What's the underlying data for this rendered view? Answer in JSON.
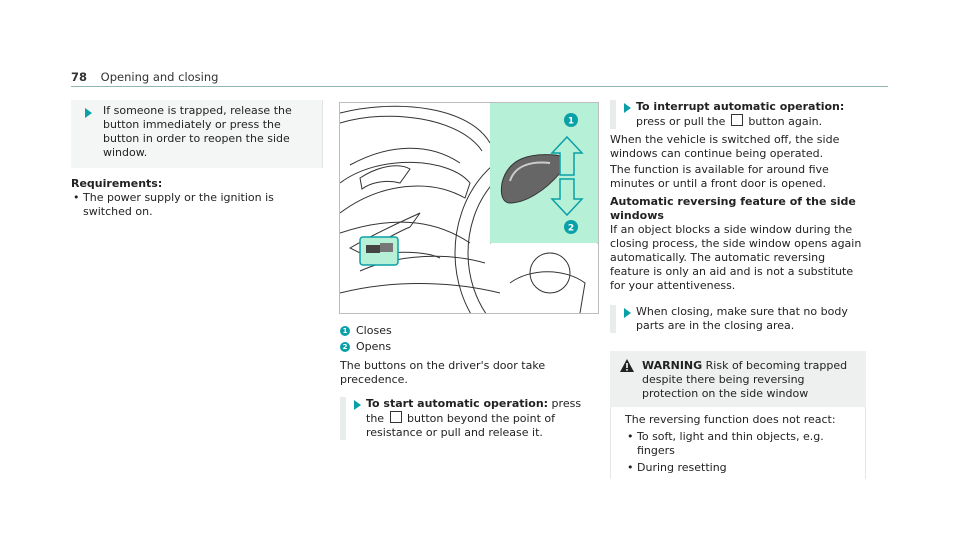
{
  "header": {
    "page_number": "78",
    "title": "Opening and closing"
  },
  "left": {
    "step1": "If someone is trapped, release the button immediately or press the button in order to reopen the side window.",
    "requirements_title": "Requirements:",
    "requirement1": "The power supply or the ignition is switched on."
  },
  "middle": {
    "legend": [
      {
        "num": "1",
        "label": "Closes"
      },
      {
        "num": "2",
        "label": "Opens"
      }
    ],
    "desc": "The buttons on the driver's door take precedence.",
    "step_bold": "To start automatic operation:",
    "step_text_pre": " press the",
    "step_text_post": " button beyond the point of resistance or pull and release it."
  },
  "right": {
    "step1_bold": "To interrupt automatic operation:",
    "step1_pre": " press or pull the",
    "step1_post": " button again.",
    "para1": "When the vehicle is switched off, the side windows can continue being operated.",
    "para2": "The function is available for around five minutes or until a front door is opened.",
    "heading": "Automatic reversing feature of the side windows",
    "para3": "If an object blocks a side window during the closing process, the side window opens again automatically. The automatic reversing feature is only an aid and is not a substitute for your attentiveness.",
    "step2": "When closing, make sure that no body parts are in the closing area.",
    "warning_label": "WARNING",
    "warning_title": "Risk of becoming trapped despite there being reversing protection on the side window",
    "warning_body": "The reversing function does not react:",
    "warning_items": [
      "To soft, light and thin objects, e.g. fingers",
      "During resetting"
    ]
  },
  "figure": {
    "badge1": "1",
    "badge2": "2"
  },
  "colors": {
    "accent": "#0aa0a8",
    "highlight": "#b6f0d6"
  },
  "icons": {
    "window_button": "window-switch-icon",
    "step_arrow": "triangle-right-icon",
    "warning": "warning-triangle-icon"
  }
}
